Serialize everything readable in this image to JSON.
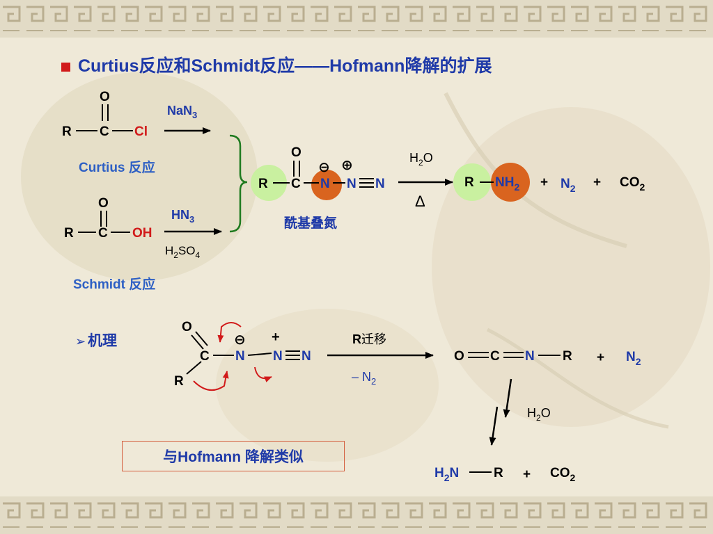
{
  "title": "Curtius反应和Schmidt反应——Hofmann降解的扩展",
  "curtius": {
    "o": "O",
    "r": "R",
    "c": "C",
    "cl": "Cl",
    "reagent": "NaN",
    "reagent_sub": "3",
    "label": "Curtius 反应"
  },
  "schmidt": {
    "o": "O",
    "r": "R",
    "c": "C",
    "oh": "OH",
    "reagent": "HN",
    "reagent_sub": "3",
    "acid_h": "H",
    "acid_h_sub": "2",
    "acid_so": "SO",
    "acid_so_sub": "4",
    "label": "Schmidt 反应"
  },
  "azide": {
    "o": "O",
    "r": "R",
    "c": "C",
    "n1": "N",
    "n2": "N",
    "n3": "N",
    "minus": "⊖",
    "plus": "⊕",
    "label": "酰基叠氮"
  },
  "hydrolysis": {
    "water_h": "H",
    "water_sub": "2",
    "water_o": "O",
    "delta": "Δ",
    "r": "R",
    "nh": "NH",
    "nh_sub": "2",
    "plus1": "+",
    "n2": "N",
    "n2_sub": "2",
    "plus2": "+",
    "co": "CO",
    "co_sub": "2"
  },
  "mechanism": {
    "header": "机理",
    "o": "O",
    "c": "C",
    "r": "R",
    "n1": "N",
    "n2": "N",
    "n3": "N",
    "minus": "⊖",
    "plus": "+",
    "migration_r": "R",
    "migration_text": "迁移",
    "loss": "– N",
    "loss_sub": "2",
    "iso_o": "O",
    "iso_c": "C",
    "iso_n": "N",
    "iso_r": "R",
    "n2_sub": "2",
    "water_h": "H",
    "water_sub": "2",
    "water_o": "O",
    "amine_h": "H",
    "amine_sub": "2",
    "amine_n": "N",
    "amine_r": "R",
    "plus2": "+",
    "co": "CO",
    "co_sub": "2"
  },
  "comparison": "与Hofmann 降解类似",
  "colors": {
    "title": "#1f3aa8",
    "label": "#2d5fc4",
    "red": "#d11a1a",
    "green_circle": "#c9f0a0",
    "orange_circle": "#d9641f",
    "bracket": "#1f7a1f"
  }
}
